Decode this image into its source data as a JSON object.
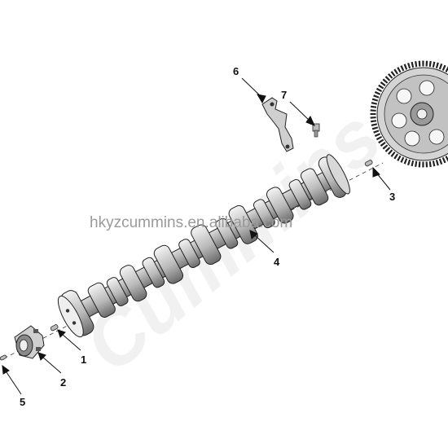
{
  "watermark": {
    "brand": "Cummins",
    "url": "hkyzcummins.en.alibaba.com"
  },
  "callouts": {
    "c1": "1",
    "c2": "2",
    "c3": "3",
    "c4": "4",
    "c5": "5",
    "c6": "6",
    "c7": "7"
  },
  "colors": {
    "line": "#1a1a1a",
    "shade": "#8a8a8a",
    "light": "#e6e6e6"
  }
}
